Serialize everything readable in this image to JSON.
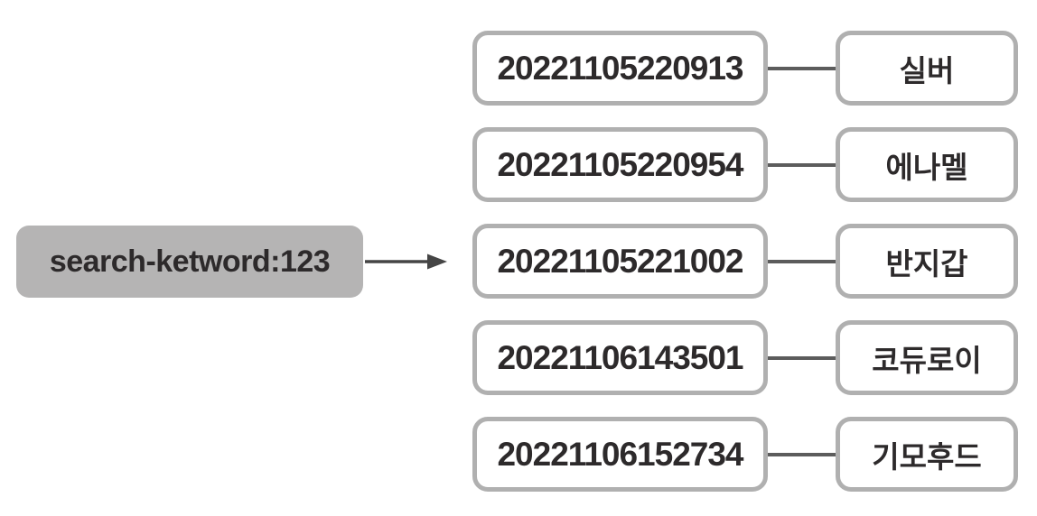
{
  "diagram": {
    "source": {
      "label": "search-ketword:123"
    },
    "mappings": [
      {
        "id": "20221105220913",
        "keyword": "실버"
      },
      {
        "id": "20221105220954",
        "keyword": "에나멜"
      },
      {
        "id": "20221105221002",
        "keyword": "반지갑"
      },
      {
        "id": "20221106143501",
        "keyword": "코듀로이"
      },
      {
        "id": "20221106152734",
        "keyword": "기모후드"
      }
    ],
    "colors": {
      "source_fill": "#b5b4b4",
      "node_fill": "#ffffff",
      "node_border": "#b0b0b0",
      "text": "#2d2a2b",
      "connector": "#5c5c5c",
      "arrow": "#454545"
    }
  }
}
